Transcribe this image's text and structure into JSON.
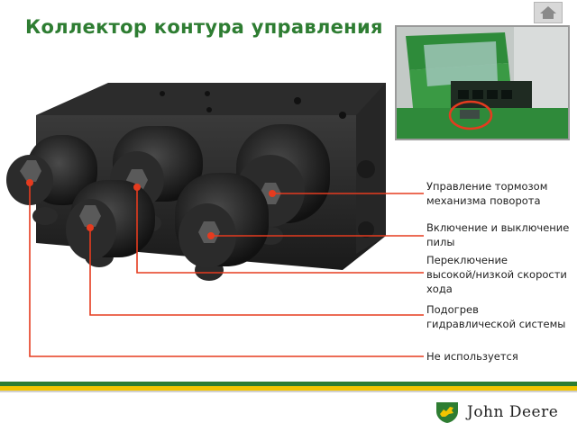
{
  "header": {
    "title": "Коллектор контура управления"
  },
  "nav": {
    "home_icon": "home-icon"
  },
  "callouts": [
    {
      "label": "Управление тормозом\nмеханизма поворота"
    },
    {
      "label": "Включение и выключение\nпилы"
    },
    {
      "label": "Переключение\nвысокой/низкой скорости\nхода"
    },
    {
      "label": "Подогрев\nгидравлической системы"
    },
    {
      "label": "Не используется"
    }
  ],
  "footer": {
    "brand": "John Deere",
    "logo_icon": "deer-logo-icon"
  },
  "colors": {
    "title_green": "#2e7d32",
    "footer_yellow": "#f2c500",
    "callout_red": "#e53b1f"
  }
}
